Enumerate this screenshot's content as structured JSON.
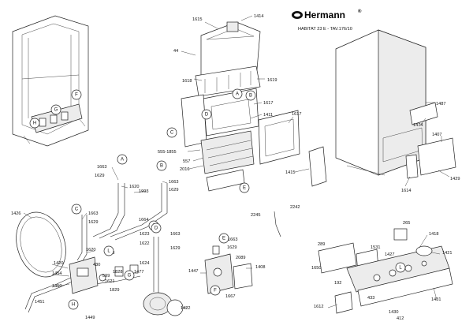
{
  "header": {
    "brand": "Hermann",
    "registered": "®",
    "model": "HABITAT 23 E  -  TAV.176/10"
  },
  "part_numbers": [
    "1414",
    "1615",
    "44",
    "1618",
    "1619",
    "1617",
    "1411",
    "555-1855",
    "557",
    "2016",
    "1617",
    "1415",
    "1487",
    "1474",
    "1407",
    "1614",
    "1429",
    "1663",
    "1629",
    "1620",
    "1993",
    "1663",
    "1629",
    "1426",
    "1663",
    "1629",
    "1620",
    "1993",
    "1664",
    "1623",
    "1622",
    "1624",
    "1477",
    "1663",
    "1629",
    "1420",
    "1454",
    "1450",
    "430",
    "599",
    "1828",
    "1621",
    "1829",
    "1451",
    "1449",
    "1422",
    "1663",
    "1629",
    "2089",
    "1447",
    "1408",
    "1667",
    "2245",
    "2242",
    "265",
    "1418",
    "1421",
    "289",
    "1531",
    "1427",
    "1650",
    "192",
    "433",
    "1430",
    "412",
    "1431",
    "1612"
  ],
  "callouts": [
    "A",
    "B",
    "C",
    "D",
    "E",
    "F",
    "G",
    "H",
    "L"
  ]
}
